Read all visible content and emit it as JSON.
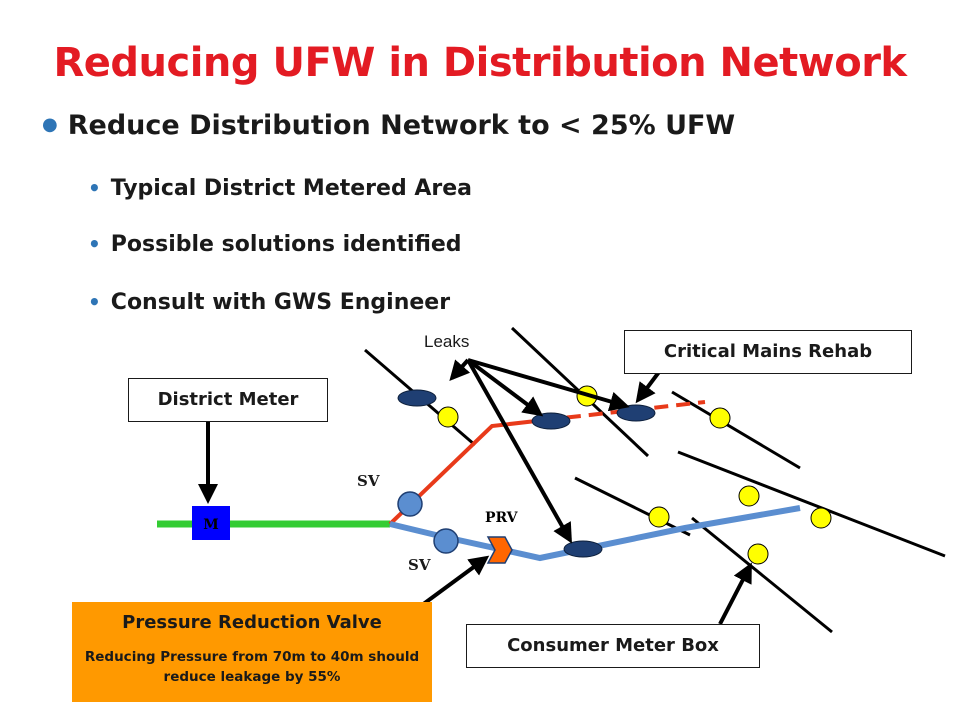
{
  "title": "Reducing UFW in Distribution Network",
  "bullets": {
    "main": "Reduce Distribution Network to < 25% UFW",
    "sub": [
      "Typical District Metered Area",
      "Possible solutions identified",
      "Consult with GWS Engineer"
    ]
  },
  "labels": {
    "district_meter": "District Meter",
    "critical_mains": "Critical Mains Rehab",
    "consumer_meter_box": "Consumer Meter Box",
    "leaks": "Leaks",
    "sv_top": "SV",
    "sv_bottom": "SV",
    "prv": "PRV",
    "meter": "M"
  },
  "prv_box": {
    "heading": "Pressure Reduction Valve",
    "body": "Reducing Pressure from 70m to 40m should reduce leakage by 55%"
  },
  "colors": {
    "title": "#e31b23",
    "bullet_dot": "#2e75b6",
    "main_pipe": "#33cc33",
    "red_pipe": "#e83a1a",
    "blue_pipe": "#5b8ed0",
    "prv_box": "#ff9900",
    "leak": "#1f3f73",
    "consumer_meter": "#ffff00",
    "meter_box": "#0000ff"
  }
}
